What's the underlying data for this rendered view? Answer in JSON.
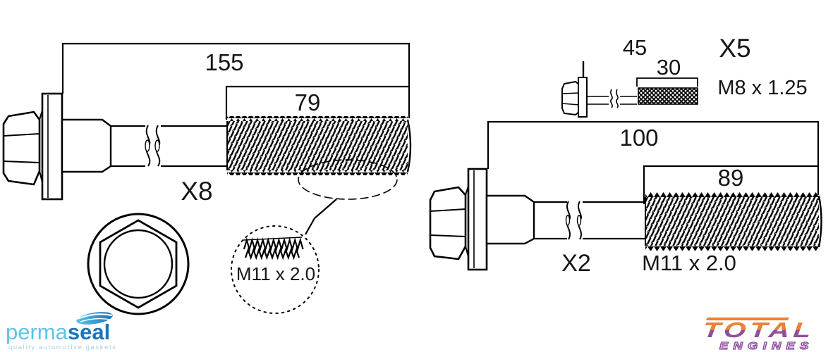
{
  "bolts": {
    "main": {
      "overall_length": "155",
      "thread_length": "79",
      "quantity": "X8",
      "thread_spec": "M11 x 2.0"
    },
    "small": {
      "overall_length": "45",
      "thread_length": "30",
      "quantity": "X5",
      "thread_spec": "M8 x 1.25"
    },
    "short": {
      "overall_length": "100",
      "thread_length": "89",
      "quantity": "X2",
      "thread_spec": "M11 x 2.0"
    }
  },
  "branding": {
    "permaseal": {
      "name_light": "perma",
      "name_bold": "seal",
      "tagline": "quality automotive gaskets",
      "light_blue": "#5FC3E7",
      "dark_blue": "#1C75BC",
      "tagline_color": "#A9CFE5"
    },
    "total_engines": {
      "title": "TOTAL",
      "subtitle": "ENGINES",
      "orange": "#F08033",
      "purple": "#8F4E9E"
    }
  }
}
